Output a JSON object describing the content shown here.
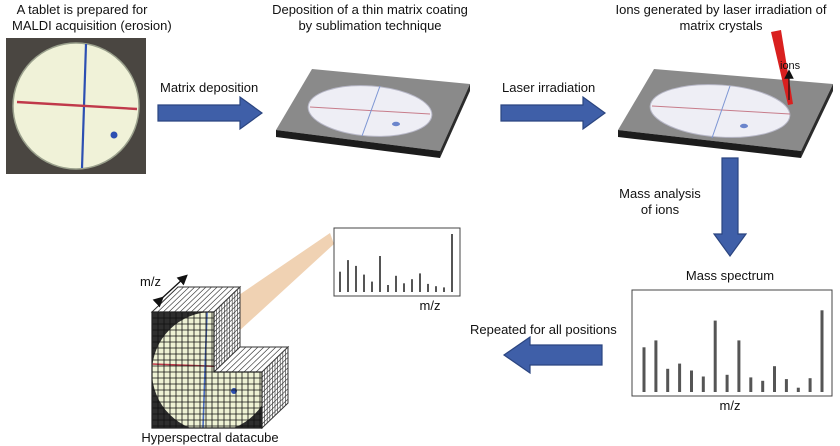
{
  "captions": {
    "tablet_line1": "A tablet is prepared for",
    "tablet_line2": "MALDI acquisition (erosion)",
    "deposition_line1": "Deposition of a thin matrix coating",
    "deposition_line2": "by sublimation technique",
    "ions_line1": "Ions generated by laser irradiation of",
    "ions_line2": "matrix crystals",
    "mass_analysis_line1": "Mass analysis",
    "mass_analysis_line2": "of ions",
    "mass_spectrum": "Mass spectrum",
    "repeated": "Repeated for all positions",
    "datacube": "Hyperspectral datacube"
  },
  "arrows": {
    "matrix_deposition": "Matrix deposition",
    "laser_irradiation": "Laser irradiation"
  },
  "labels": {
    "ions": "ions",
    "mz_cube": "m/z",
    "mz_small_spectrum": "m/z",
    "mz_big_spectrum": "m/z"
  },
  "colors": {
    "arrow_blue": "#3f5fa8",
    "arrow_blue_dark": "#2b4580",
    "laser_red": "#d9201f",
    "tablet_fill": "#f2f4dd",
    "plate_dark": "#2b2b2b",
    "beam_peach": "#f0d2b3"
  },
  "spectra": {
    "small_peaks": [
      0.35,
      0.55,
      0.45,
      0.3,
      0.18,
      0.62,
      0.12,
      0.28,
      0.15,
      0.22,
      0.32,
      0.14,
      0.1,
      0.08,
      1.0
    ],
    "big_peaks": [
      0.52,
      0.6,
      0.27,
      0.33,
      0.25,
      0.18,
      0.83,
      0.2,
      0.6,
      0.17,
      0.13,
      0.3,
      0.15,
      0.05,
      0.16,
      0.95
    ]
  }
}
